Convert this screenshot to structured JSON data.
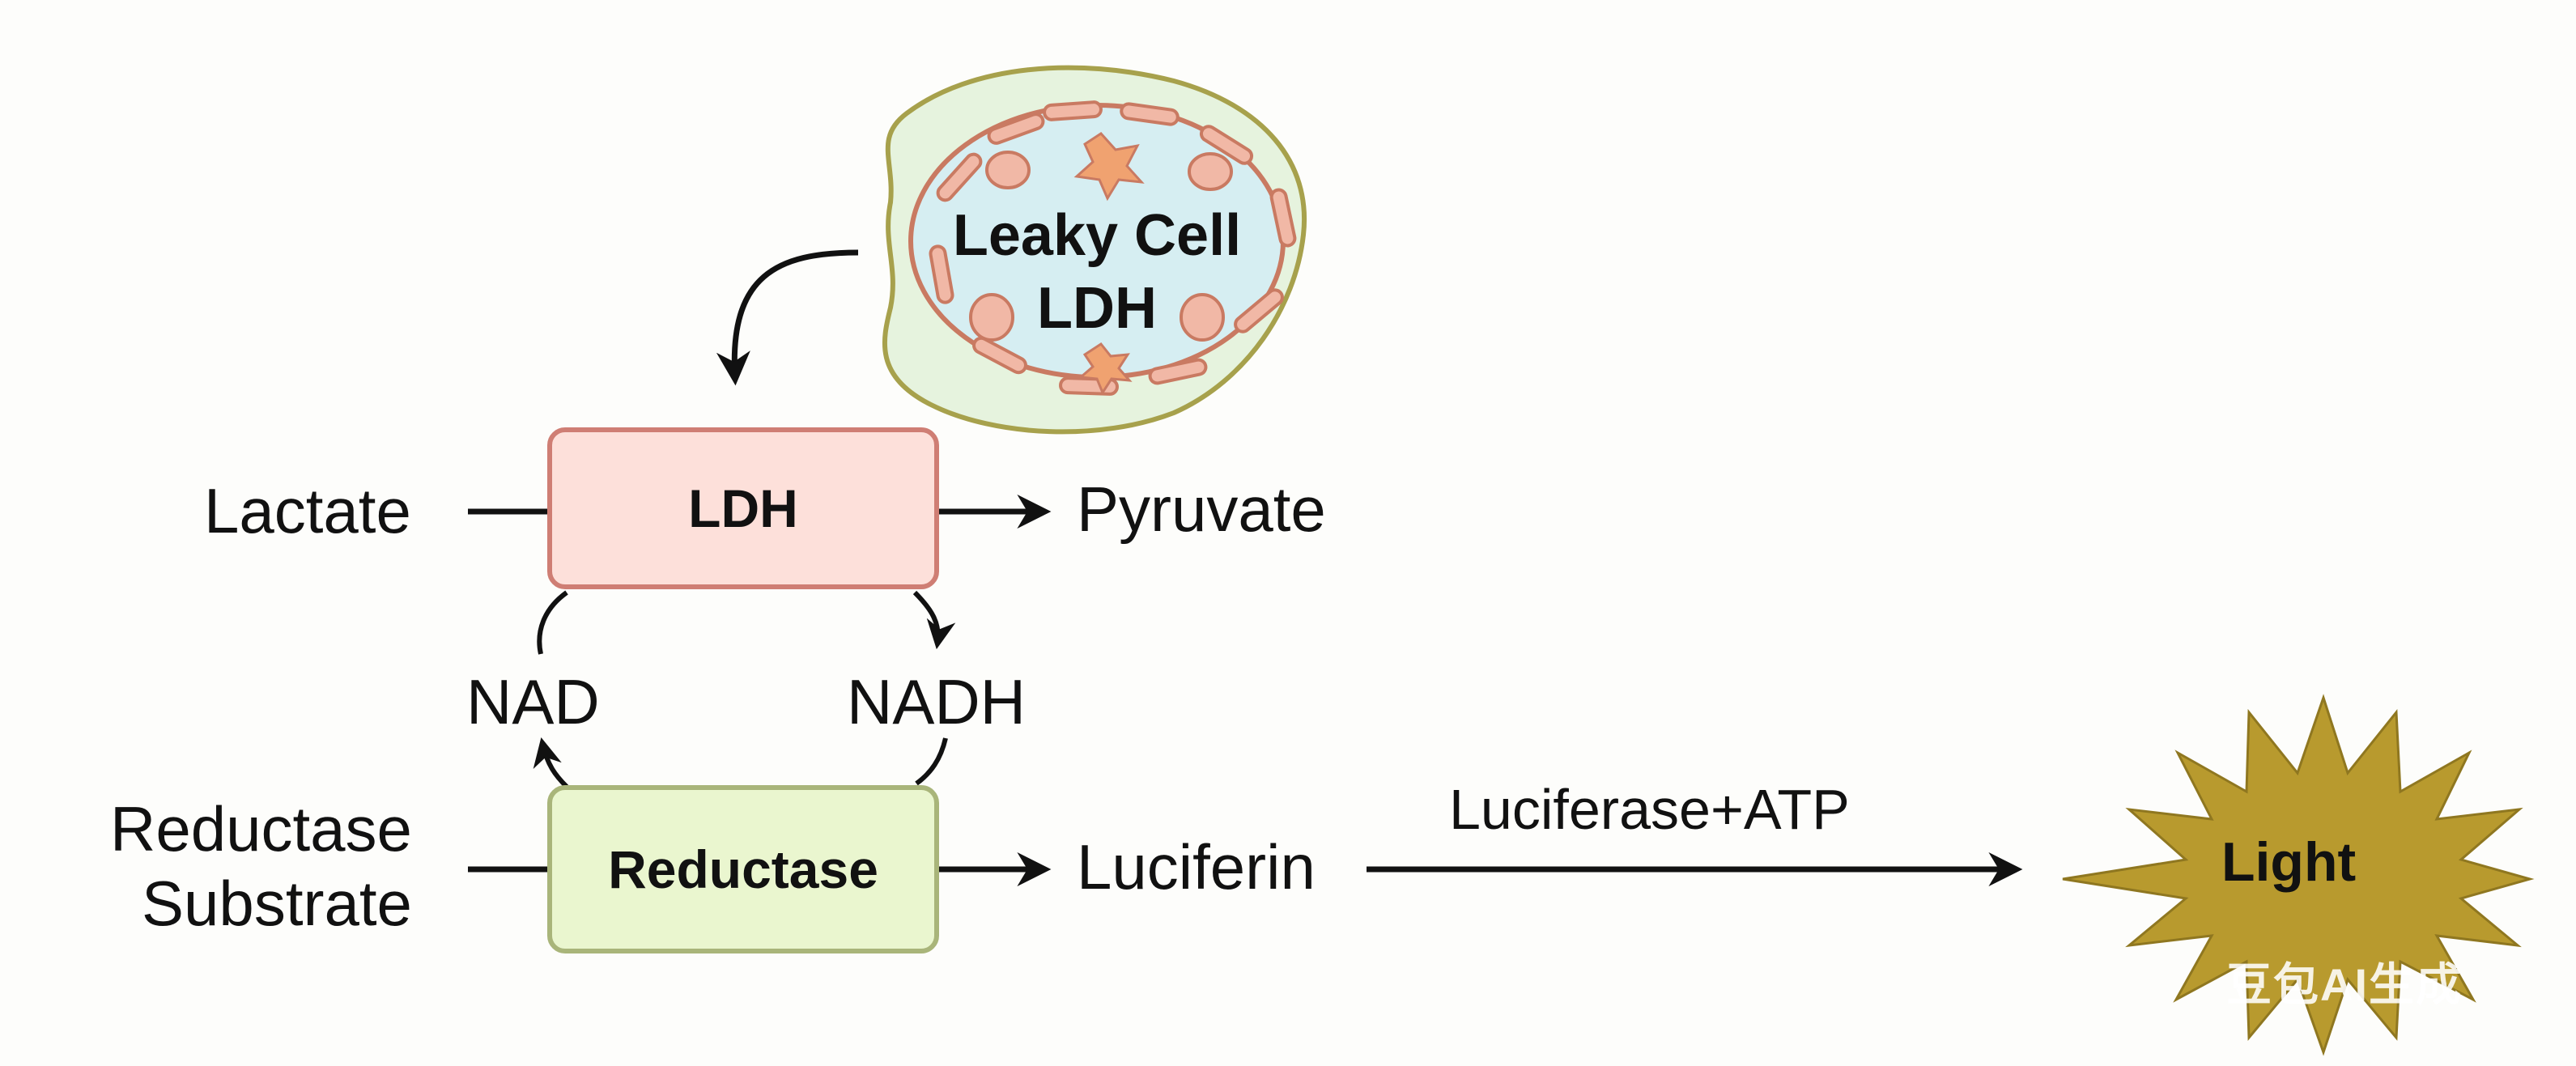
{
  "cell": {
    "line1": "Leaky Cell",
    "line2": "LDH"
  },
  "ldh_reaction": {
    "substrate": "Lactate",
    "enzyme": "LDH",
    "product": "Pyruvate"
  },
  "cofactors": {
    "left": "NAD",
    "right": "NADH"
  },
  "reductase_reaction": {
    "substrate_line1": "Reductase",
    "substrate_line2": "Substrate",
    "enzyme": "Reductase",
    "product": "Luciferin"
  },
  "detection": {
    "arrow_label": "Luciferase+ATP",
    "output": "Light"
  },
  "watermark": "豆包AI生成",
  "colors": {
    "ldh_fill": "#fde0da",
    "ldh_border": "#cf7e74",
    "reductase_fill": "#eaf6cf",
    "reductase_border": "#a9b57a",
    "cell_outer": "#e6f3de",
    "cell_inner": "#d6eef2",
    "starburst": "#b89a2e"
  }
}
